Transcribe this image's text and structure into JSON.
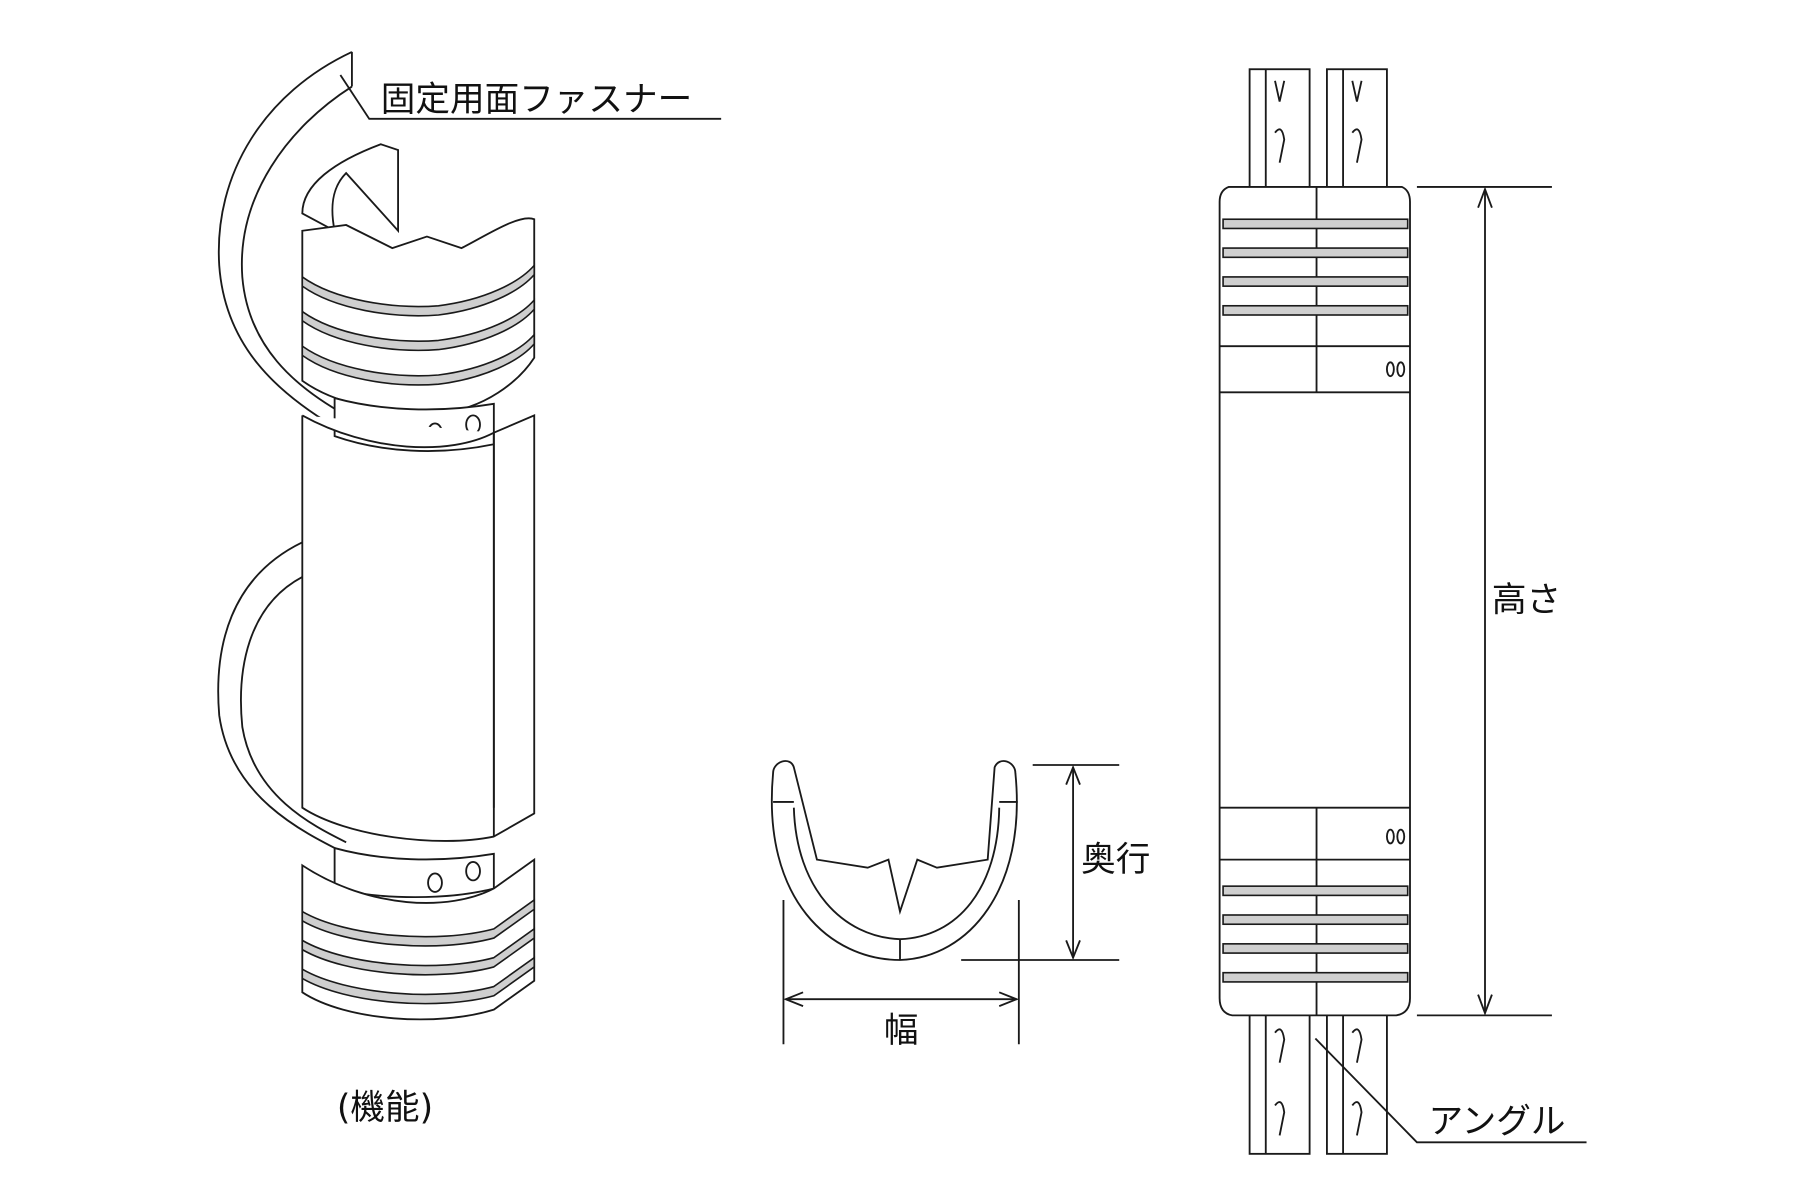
{
  "labels": {
    "fastener": "固定用面ファスナー",
    "function": "(機能)",
    "depth": "奥行",
    "width": "幅",
    "height": "高さ",
    "angle": "アングル"
  }
}
